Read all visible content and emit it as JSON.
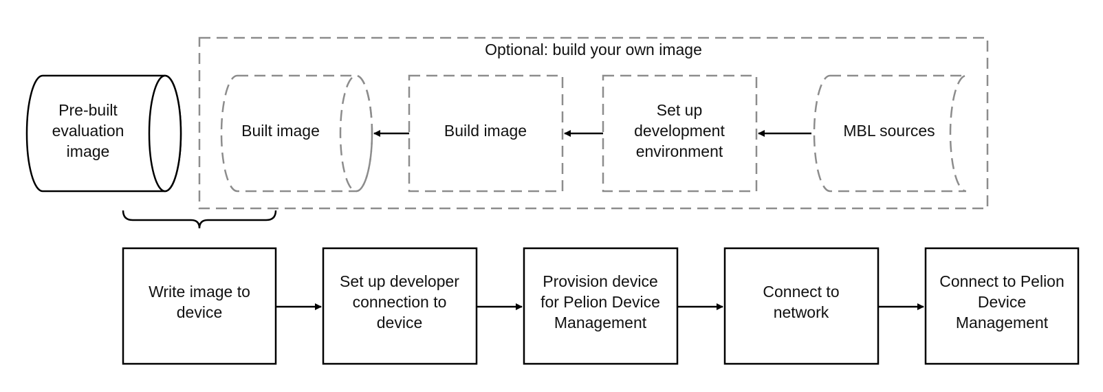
{
  "optional_group": {
    "title": "Optional: build your own image"
  },
  "prebuilt": {
    "lines": [
      "Pre-built",
      "evaluation",
      "image"
    ]
  },
  "optional_steps": [
    {
      "lines": [
        "Built image"
      ]
    },
    {
      "lines": [
        "Build image"
      ]
    },
    {
      "lines": [
        "Set up",
        "development",
        "environment"
      ]
    },
    {
      "lines": [
        "MBL sources"
      ]
    }
  ],
  "main_steps": [
    {
      "lines": [
        "Write image to",
        "device"
      ]
    },
    {
      "lines": [
        "Set up developer",
        "connection to",
        "device"
      ]
    },
    {
      "lines": [
        "Provision device",
        "for Pelion Device",
        "Management"
      ]
    },
    {
      "lines": [
        "Connect to",
        "network"
      ]
    },
    {
      "lines": [
        "Connect to Pelion",
        "Device",
        "Management"
      ]
    }
  ],
  "colors": {
    "solid": "#000000",
    "optional": "#8c8c8c",
    "text": "#111111"
  }
}
